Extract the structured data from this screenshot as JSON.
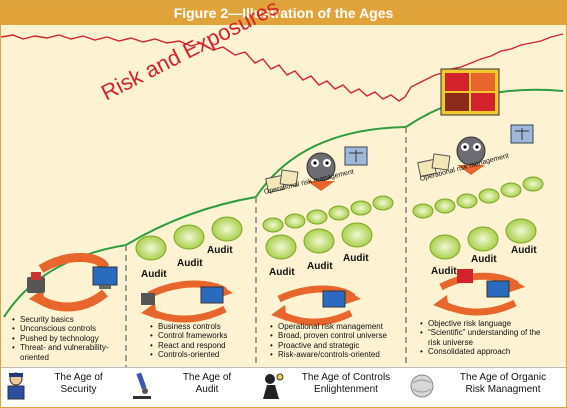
{
  "title": "Figure 2—Illustration of the Ages",
  "risk_label": "Risk and Exposures",
  "colors": {
    "title_bar": "#e0a33a",
    "background": "#fdf3d2",
    "risk_line": "#d2232a",
    "green_curve": "#2e9e3e",
    "arrows": "#e8652b"
  },
  "ages": [
    {
      "label_line1": "The Age of",
      "label_line2": "Security",
      "icon": "security-guard-icon",
      "bullets": [
        "Security basics",
        "Unconscious controls",
        "Pushed by technology",
        "Threat- and vulnerability-",
        "oriented"
      ]
    },
    {
      "label_line1": "The Age of",
      "label_line2": "Audit",
      "icon": "microscope-icon",
      "audit_labels": [
        "Audit",
        "Audit",
        "Audit"
      ],
      "bullets": [
        "Business controls",
        "Control frameworks",
        "React and respond",
        "Controls-oriented"
      ]
    },
    {
      "label_line1": "The Age of Controls",
      "label_line2": "Enlightenment",
      "icon": "person-with-lightbulb-icon",
      "orm_label": "Operational risk management",
      "audit_labels": [
        "Audit",
        "Audit",
        "Audit"
      ],
      "bullets": [
        "Operational risk management",
        "Broad, proven control universe",
        "Proactive and strategic",
        "Risk-aware/controls-oriented"
      ]
    },
    {
      "label_line1": "The Age of Organic",
      "label_line2": "Risk Managment",
      "icon": "globe-icon",
      "orm_label": "Operational risk management",
      "audit_labels": [
        "Audit",
        "Audit",
        "Audit"
      ],
      "bullets": [
        "Objective risk language",
        "“Scientific” understanding of the",
        "risk universe",
        "Consolidated approach"
      ]
    }
  ]
}
